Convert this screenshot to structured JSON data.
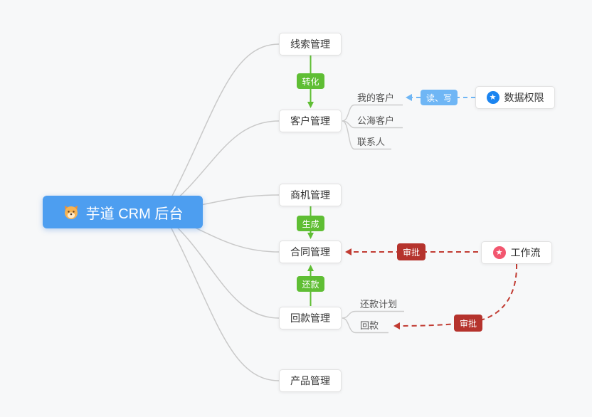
{
  "root": {
    "label": "芋道 CRM 后台",
    "icon": "dog-face",
    "bg_color": "#4D9EF0"
  },
  "modules": {
    "leads": {
      "label": "线索管理"
    },
    "customers": {
      "label": "客户管理"
    },
    "opportunities": {
      "label": "商机管理"
    },
    "contracts": {
      "label": "合同管理"
    },
    "receivables": {
      "label": "回款管理"
    },
    "products": {
      "label": "产品管理"
    }
  },
  "customer_children": [
    {
      "label": "我的客户"
    },
    {
      "label": "公海客户"
    },
    {
      "label": "联系人"
    }
  ],
  "receivable_children": [
    {
      "label": "还款计划"
    },
    {
      "label": "回款"
    }
  ],
  "edge_badges": {
    "convert": {
      "label": "转化",
      "color": "#5FBE34"
    },
    "generate": {
      "label": "生成",
      "color": "#5FBE34"
    },
    "repay": {
      "label": "还款",
      "color": "#5FBE34"
    },
    "read_write": {
      "label": "读、写",
      "color": "#6FB6F5"
    },
    "approve_contract": {
      "label": "审批",
      "color": "#B5332D"
    },
    "approve_receivable": {
      "label": "审批",
      "color": "#B5332D"
    }
  },
  "side_nodes": {
    "data_permission": {
      "label": "数据权限",
      "icon": "star",
      "icon_color": "#1B84F0"
    },
    "workflow": {
      "label": "工作流",
      "icon": "star",
      "icon_color": "#F2566F"
    }
  }
}
